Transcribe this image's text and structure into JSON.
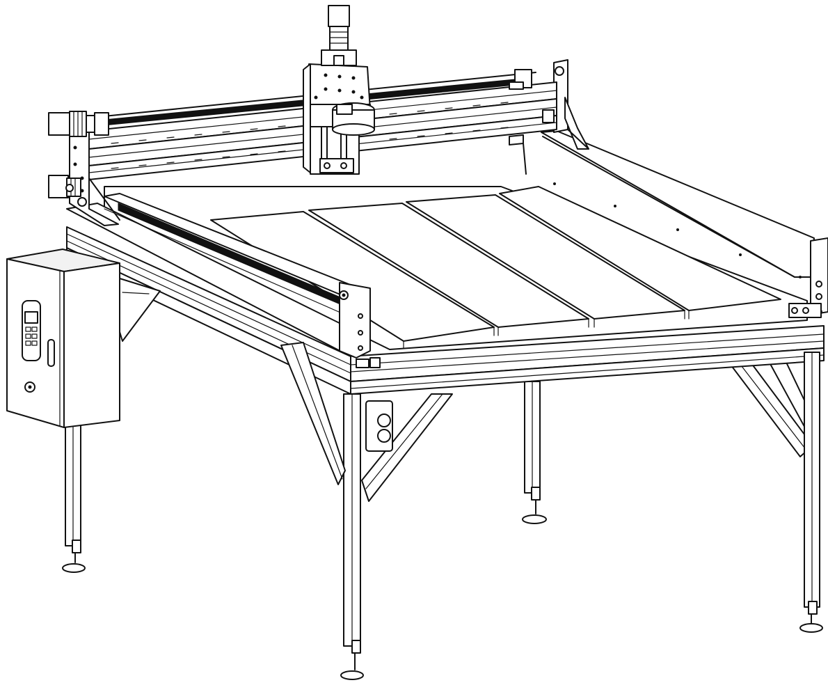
{
  "figure": {
    "subject": "cnc-router-table-line-drawing",
    "colors": {
      "line": "#111111",
      "background": "#ffffff",
      "panel_shade": "#f2f2f2"
    },
    "components": [
      "gantry",
      "z-axis-carriage",
      "spindle-motor",
      "spindle-mount",
      "x-stepper-motor",
      "y-stepper-motor-left",
      "y-stepper-motor-right",
      "y-rail-left",
      "y-rail-right",
      "spoilboard-slats",
      "side-fence",
      "frame-extrusions",
      "legs",
      "diagonal-braces",
      "leveling-feet",
      "electrical-control-box",
      "vfd-keypad",
      "control-pushbutton-box"
    ],
    "spoilboard_slat_count": 4,
    "leg_count": 4,
    "pushbutton_count": 2
  }
}
